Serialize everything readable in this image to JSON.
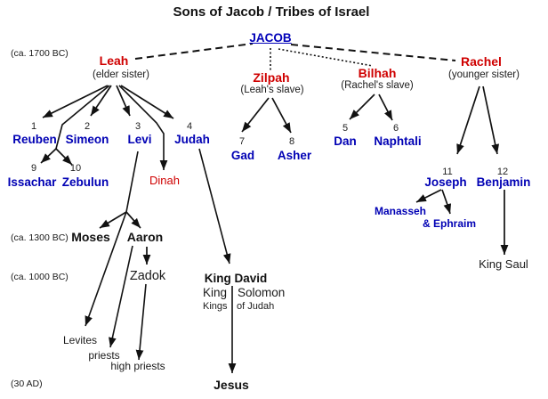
{
  "title": "Sons of Jacob / Tribes of Israel",
  "colors": {
    "wife_red": "#cf0000",
    "tribe_blue": "#0000b4",
    "jacob_blue": "#0000b8",
    "line_black": "#111111",
    "background": "#ffffff"
  },
  "era_labels": {
    "ca1700": "(ca. 1700 BC)",
    "ca1300": "(ca. 1300 BC)",
    "ca1000": "(ca. 1000 BC)",
    "ad30": "(30 AD)"
  },
  "jacob": {
    "name": "JACOB"
  },
  "wives": {
    "leah": {
      "name": "Leah",
      "note": "(elder sister)"
    },
    "zilpah": {
      "name": "Zilpah",
      "note": "(Leah's slave)"
    },
    "bilhah": {
      "name": "Bilhah",
      "note": "(Rachel's slave)"
    },
    "rachel": {
      "name": "Rachel",
      "note": "(younger sister)"
    }
  },
  "sons": {
    "reuben": {
      "num": "1",
      "name": "Reuben"
    },
    "simeon": {
      "num": "2",
      "name": "Simeon"
    },
    "levi": {
      "num": "3",
      "name": "Levi"
    },
    "judah": {
      "num": "4",
      "name": "Judah"
    },
    "dan": {
      "num": "5",
      "name": "Dan"
    },
    "naphtali": {
      "num": "6",
      "name": "Naphtali"
    },
    "gad": {
      "num": "7",
      "name": "Gad"
    },
    "asher": {
      "num": "8",
      "name": "Asher"
    },
    "issachar": {
      "num": "9",
      "name": "Issachar"
    },
    "zebulun": {
      "num": "10",
      "name": "Zebulun"
    },
    "joseph": {
      "num": "11",
      "name": "Joseph"
    },
    "benjamin": {
      "num": "12",
      "name": "Benjamin"
    }
  },
  "dinah": {
    "name": "Dinah"
  },
  "descendants": {
    "manasseh": "Manasseh",
    "ephraim": "& Ephraim",
    "king_saul": "King Saul",
    "moses": "Moses",
    "aaron": "Aaron",
    "zadok": "Zadok",
    "levites": "Levites",
    "priests": "priests",
    "high_priests": "high priests",
    "king_david": "King David",
    "king_solomon": {
      "left": "King",
      "right": "Solomon"
    },
    "kings_of_judah": {
      "left": "Kings",
      "right": "of Judah"
    },
    "jesus": "Jesus"
  }
}
